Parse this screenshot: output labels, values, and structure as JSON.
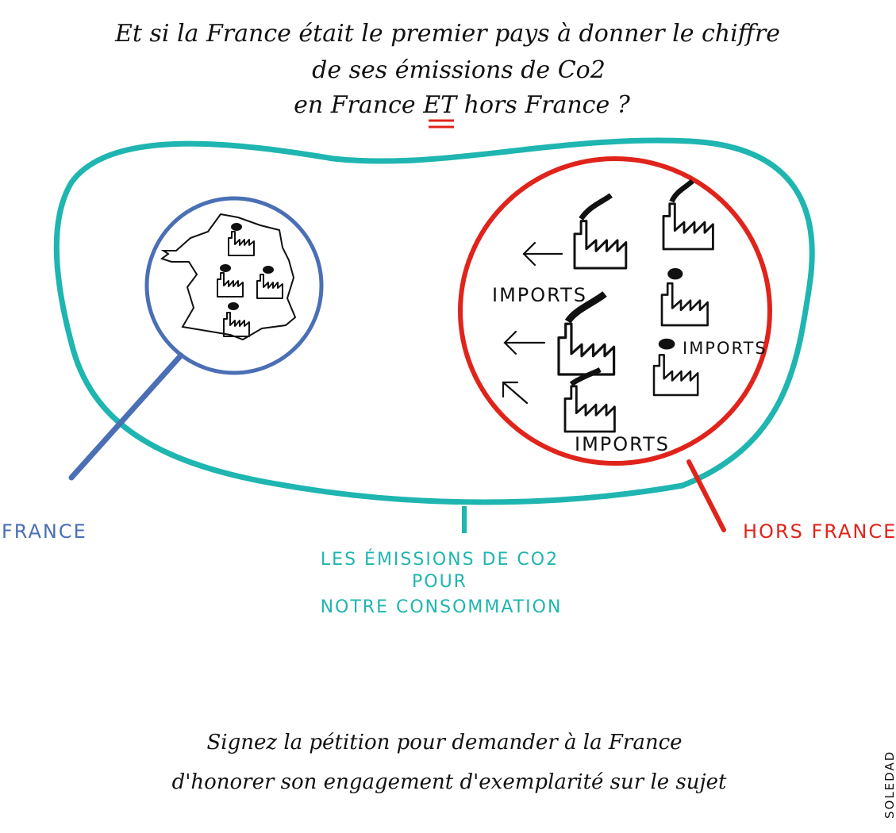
{
  "title": {
    "line1": "Et si la France était le premier pays à donner le chiffre",
    "line2": "de ses émissions de Co2",
    "line3_a": "en France ",
    "line3_et": "ET",
    "line3_b": " hors France ?"
  },
  "labels": {
    "france": "FRANCE",
    "hors_france": "HORS FRANCE",
    "consumption_1": "LES ÉMISSIONS DE CO2",
    "consumption_2": "POUR",
    "consumption_3": "NOTRE CONSOMMATION",
    "imports_1": "IMPORTS",
    "imports_2": "IMPORTS",
    "imports_3": "IMPORTS"
  },
  "footer": {
    "line1": "Signez la pétition pour demander à la France",
    "line2": "d'honorer son engagement d'exemplarité sur le sujet"
  },
  "signature": "SOLEDAD",
  "colors": {
    "france": "#4a6fb5",
    "hors_france": "#e0241b",
    "consumption": "#1fb5b0",
    "ink": "#111111"
  },
  "icons": [
    "factory-icon",
    "smoke-icon",
    "arrow-left-icon",
    "france-map"
  ]
}
